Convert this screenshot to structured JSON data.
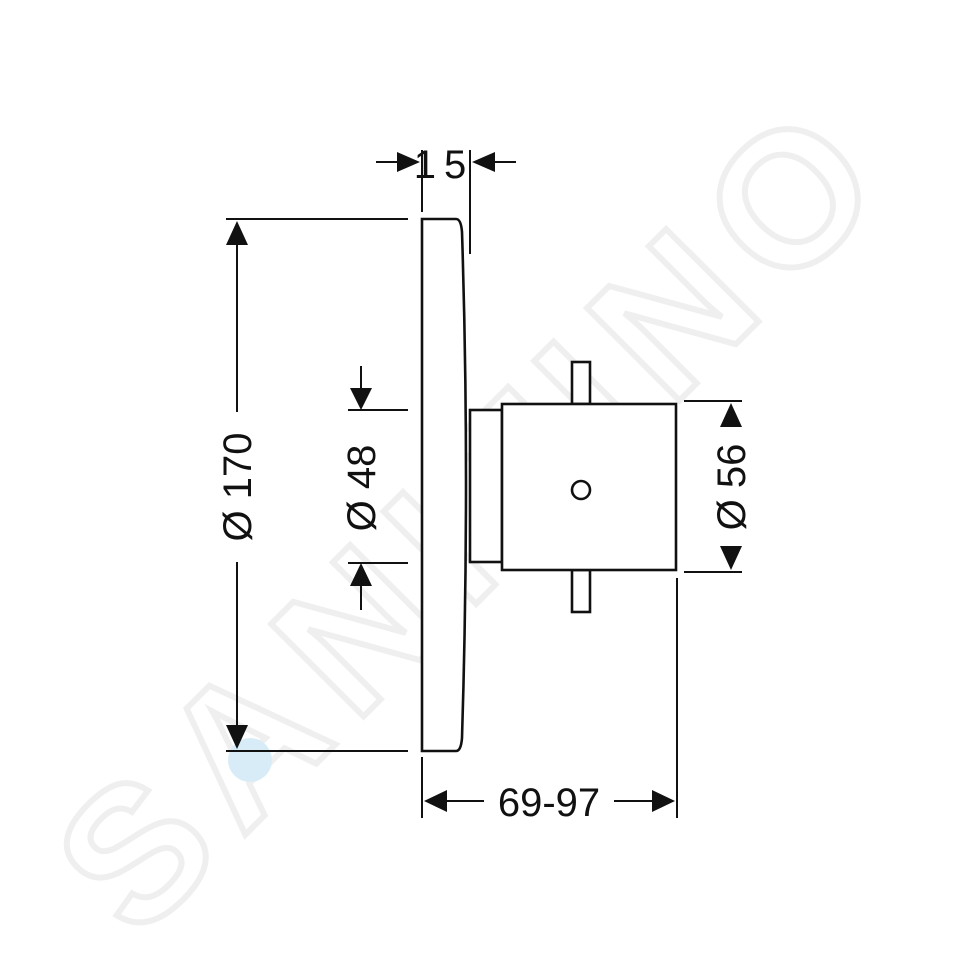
{
  "diagram": {
    "dimensions": {
      "plate_thickness": "15",
      "plate_diameter": "Ø 170",
      "inner_diameter": "Ø 48",
      "handle_diameter": "Ø 56",
      "depth_range": "69-97"
    },
    "watermark_text": "SANITINO",
    "colors": {
      "line": "#111111",
      "background": "#ffffff",
      "watermark": "#eeeeee",
      "watermark_dot": "#d8ecf7"
    }
  }
}
